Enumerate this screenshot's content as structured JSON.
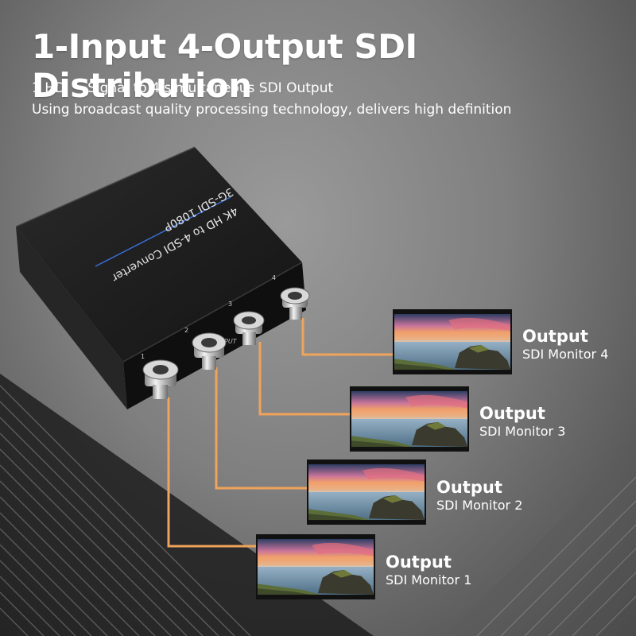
{
  "header": {
    "title": "1-Input 4-Output SDI Distribution",
    "line1_prefix": "1 HD",
    "line1_text": "Signal to 4 simultaneous SDI Output",
    "line2": "Using broadcast quality processing technology, delivers high definition"
  },
  "device": {
    "label_line1": "4K HD to 4-SDI Converter",
    "label_line2": "3G-SDI 1080P",
    "port_numbers": [
      "1",
      "2",
      "3",
      "4"
    ],
    "port_tag": "PUT"
  },
  "outputs": [
    {
      "title": "Output",
      "monitor": "SDI Monitor 4"
    },
    {
      "title": "Output",
      "monitor": "SDI Monitor 3"
    },
    {
      "title": "Output",
      "monitor": "SDI Monitor 2"
    },
    {
      "title": "Output",
      "monitor": "SDI Monitor 1"
    }
  ],
  "colors": {
    "cable": "#f0a35a",
    "device_body": "#1c1c1c",
    "accent_line": "#3a6fd8",
    "text": "#ffffff"
  }
}
